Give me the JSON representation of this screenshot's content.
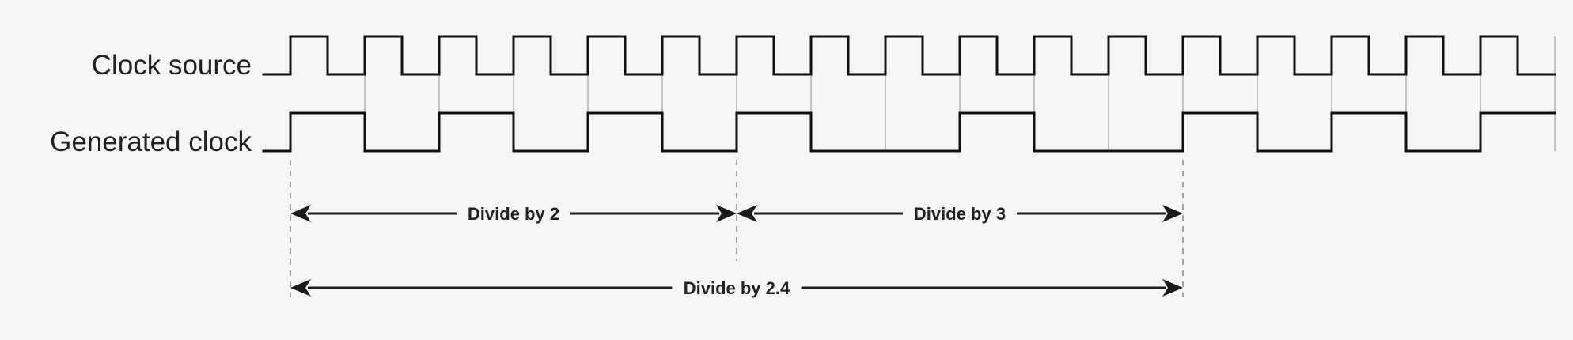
{
  "signals": [
    {
      "label": "Clock source",
      "levels": [
        1,
        0,
        1,
        0,
        1,
        0,
        1,
        0,
        1,
        0,
        1,
        0,
        1,
        0,
        1,
        0,
        1,
        0,
        1,
        0,
        1,
        0,
        1,
        0,
        1,
        0,
        1,
        0,
        1,
        0,
        1,
        0,
        1,
        0
      ]
    },
    {
      "label": "Generated clock",
      "levels": [
        1,
        1,
        0,
        0,
        1,
        1,
        0,
        0,
        1,
        1,
        0,
        0,
        1,
        1,
        0,
        0,
        0,
        0,
        1,
        1,
        0,
        0,
        0,
        0,
        1,
        1,
        0,
        0,
        1,
        1,
        0,
        0,
        1,
        1
      ]
    }
  ],
  "spans": [
    {
      "label": "Divide by 2",
      "from_cycle": 0,
      "to_cycle": 6
    },
    {
      "label": "Divide by 3",
      "from_cycle": 6,
      "to_cycle": 12
    },
    {
      "label": "Divide by 2.4",
      "from_cycle": 0,
      "to_cycle": 12
    }
  ],
  "colors": {
    "background": "#f5f5f5",
    "wave": "#111111",
    "guide": "#a8a8a8",
    "text": "#222222"
  }
}
